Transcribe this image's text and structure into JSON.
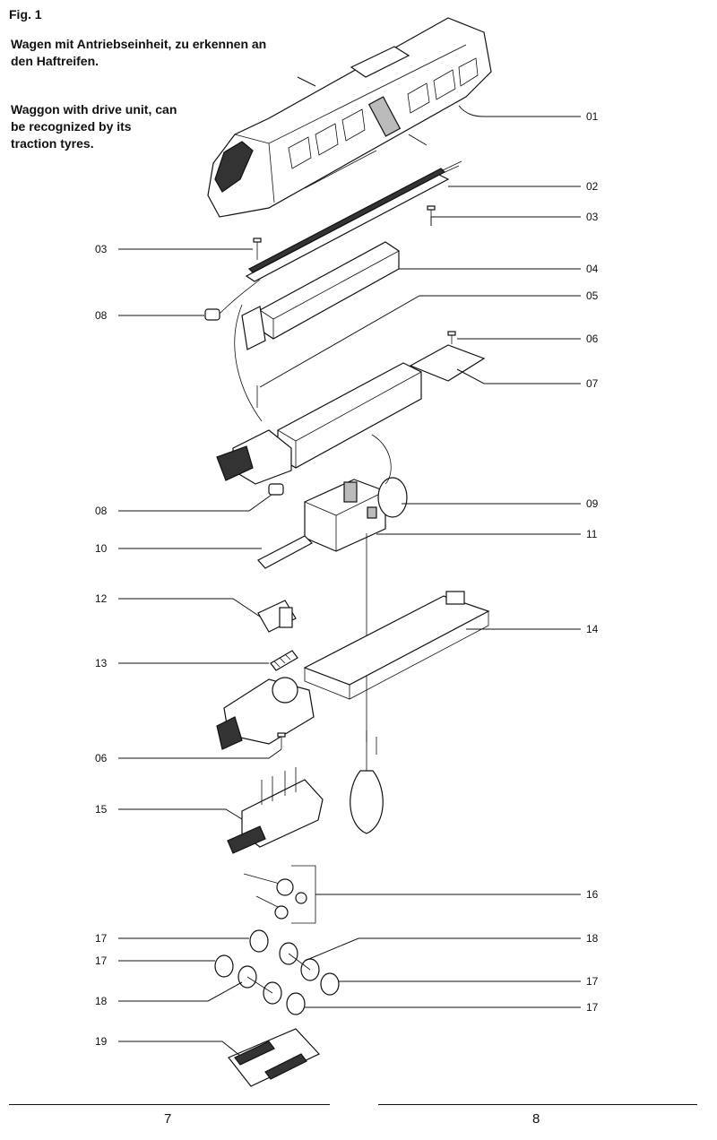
{
  "figure": {
    "title": "Fig. 1",
    "caption_de": "Wagen mit Antriebseinheit, zu erkennen an\nden Haftreifen.",
    "caption_en": "Waggon with drive unit, can\nbe recognized by its\ntraction tyres."
  },
  "callouts": {
    "c01": "01",
    "c02": "02",
    "c03_right": "03",
    "c03_left": "03",
    "c04": "04",
    "c05": "05",
    "c06_right": "06",
    "c07": "07",
    "c08_top": "08",
    "c08_mid": "08",
    "c09": "09",
    "c10": "10",
    "c11": "11",
    "c12": "12",
    "c13": "13",
    "c14": "14",
    "c06_left": "06",
    "c15": "15",
    "c16": "16",
    "c17_a": "17",
    "c17_b": "17",
    "c18_right": "18",
    "c18_left": "18",
    "c17_c": "17",
    "c17_d": "17",
    "c19": "19"
  },
  "footer": {
    "page_left": "7",
    "page_right": "8"
  }
}
